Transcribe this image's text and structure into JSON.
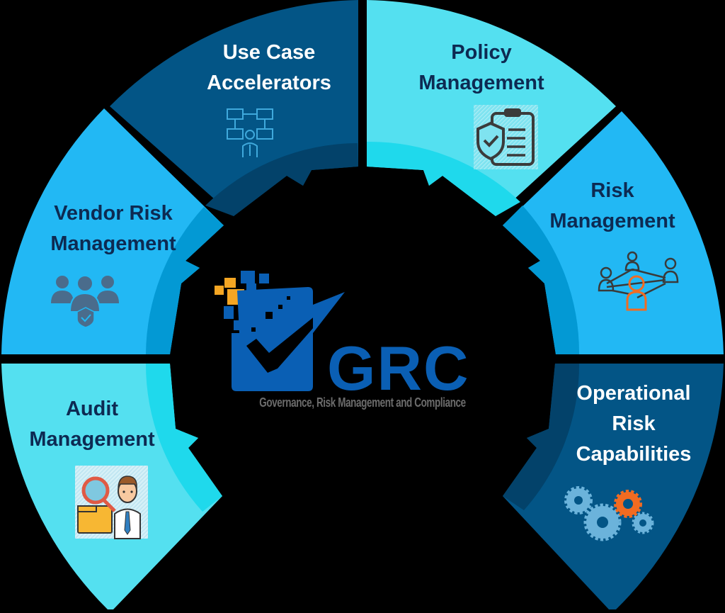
{
  "diagram": {
    "type": "segmented-ring",
    "center_logo": {
      "title": "GRC",
      "tagline": "Governance, Risk Management and Compliance",
      "icon": "checkmark-pixel-box-icon"
    },
    "segments": [
      {
        "id": "use-case-accelerators",
        "lines": [
          "Use Case",
          "Accelerators"
        ],
        "icon": "network-person-icon",
        "color": "#035586",
        "inner_color": "#03426a",
        "text_color": "#ffffff"
      },
      {
        "id": "policy-management",
        "lines": [
          "Policy",
          "Management"
        ],
        "icon": "shield-clipboard-icon",
        "color": "#54e0f0",
        "inner_color": "#1fd9ec",
        "text_color": "#0d2a52"
      },
      {
        "id": "risk-management",
        "lines": [
          "Risk",
          "Management"
        ],
        "icon": "people-network-icon",
        "color": "#22b8f4",
        "inner_color": "#0399d4",
        "text_color": "#0d2a52"
      },
      {
        "id": "operational-risk-capabilities",
        "lines": [
          "Operational",
          "Risk",
          "Capabilities"
        ],
        "icon": "gears-icon",
        "color": "#035586",
        "inner_color": "#03426a",
        "text_color": "#ffffff"
      },
      {
        "id": "audit-management",
        "lines": [
          "Audit",
          "Management"
        ],
        "icon": "auditor-magnifier-icon",
        "color": "#54e0f0",
        "inner_color": "#1fd9ec",
        "text_color": "#0d2a52"
      },
      {
        "id": "vendor-risk-management",
        "lines": [
          "Vendor Risk",
          "Management"
        ],
        "icon": "shielded-team-icon",
        "color": "#22b8f4",
        "inner_color": "#0399d4",
        "text_color": "#0d2a52"
      }
    ],
    "colors": {
      "background": "#000000",
      "logo_blue": "#0a5fb4",
      "logo_orange": "#f5a623",
      "tagline_gray": "#6b6b6b",
      "icon_orange": "#f26b21",
      "icon_gray": "#3a3a3a",
      "icon_light_blue": "#6bb3db"
    }
  }
}
